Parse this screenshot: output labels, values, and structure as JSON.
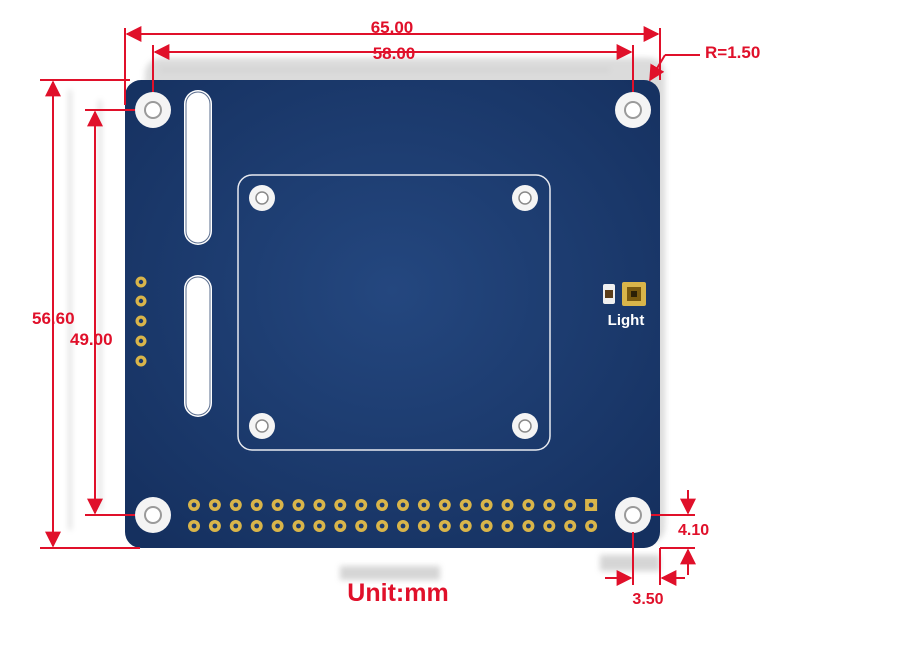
{
  "dimensions": {
    "width_overall": "65.00",
    "width_holes": "58.00",
    "corner_radius": "R=1.50",
    "height_overall": "56.60",
    "height_holes": "49.00",
    "offset_vertical": "4.10",
    "offset_horizontal": "3.50"
  },
  "board": {
    "light_label": "Light"
  },
  "unit_label": "Unit:mm",
  "colors": {
    "dimension_red": "#e0102a",
    "board_blue": "#1c3a6e",
    "board_blue_dark": "#132a55",
    "pad_gold": "#d9b54a",
    "shadow_gray": "#b0b0b0"
  }
}
